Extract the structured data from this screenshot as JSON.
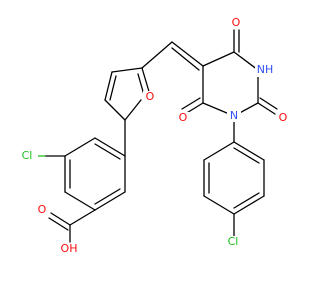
{
  "colors": {
    "background": "#ffffff",
    "carbon_bond": "#000000",
    "oxygen": "#ff0d0d",
    "nitrogen": "#3050f8",
    "chlorine": "#1fc01f"
  },
  "atoms": {
    "o_furan": "O",
    "o_top": "O",
    "nh": "NH",
    "o_right": "O",
    "o_left": "O",
    "n_ring": "N",
    "cl_top_ring": "Cl",
    "cl_bottom": "Cl",
    "o_acid": "O",
    "oh": "OH"
  }
}
